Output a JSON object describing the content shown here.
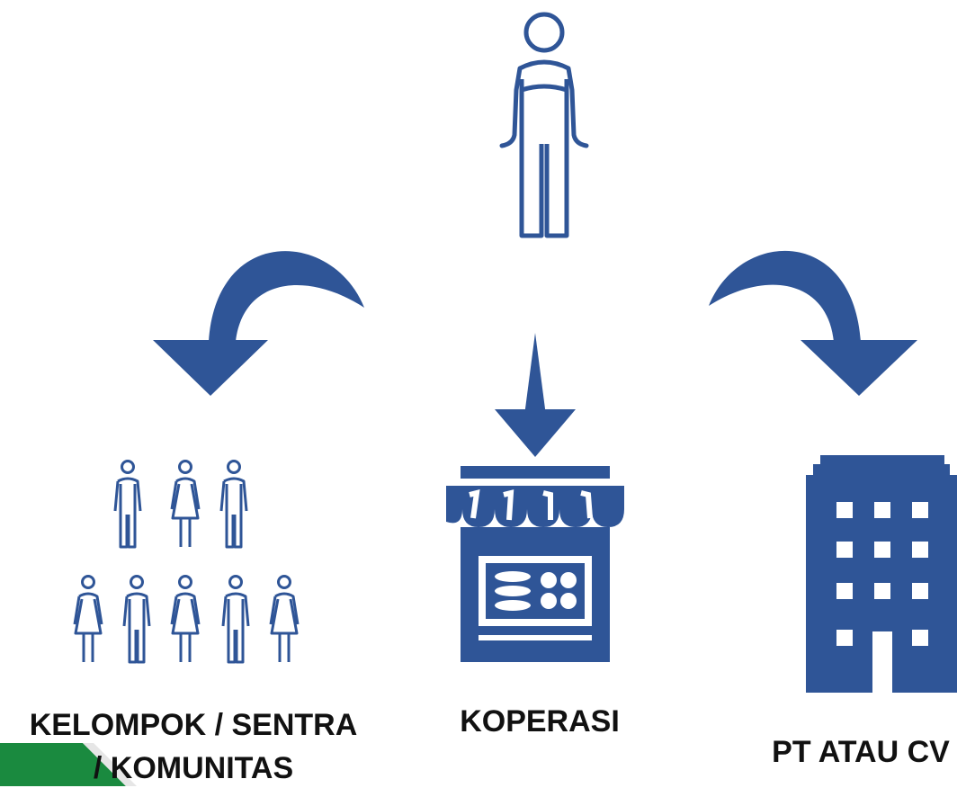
{
  "colors": {
    "primary_blue": "#2f5597",
    "text": "#111111",
    "accent_green": "#1a8a3f"
  },
  "nodes": {
    "source": {
      "icon": "person-icon"
    },
    "left": {
      "icon": "group-of-people-icon",
      "label_line1": "KELOMPOK / SENTRA",
      "label_line2": "/ KOMUNITAS"
    },
    "center": {
      "icon": "shop-stall-icon",
      "label": "KOPERASI"
    },
    "right": {
      "icon": "office-building-icon",
      "label": "PT ATAU CV"
    }
  },
  "arrows": [
    {
      "from": "source",
      "to": "left",
      "icon": "curved-arrow-left-icon"
    },
    {
      "from": "source",
      "to": "center",
      "icon": "down-arrow-icon"
    },
    {
      "from": "source",
      "to": "right",
      "icon": "curved-arrow-right-icon"
    }
  ]
}
